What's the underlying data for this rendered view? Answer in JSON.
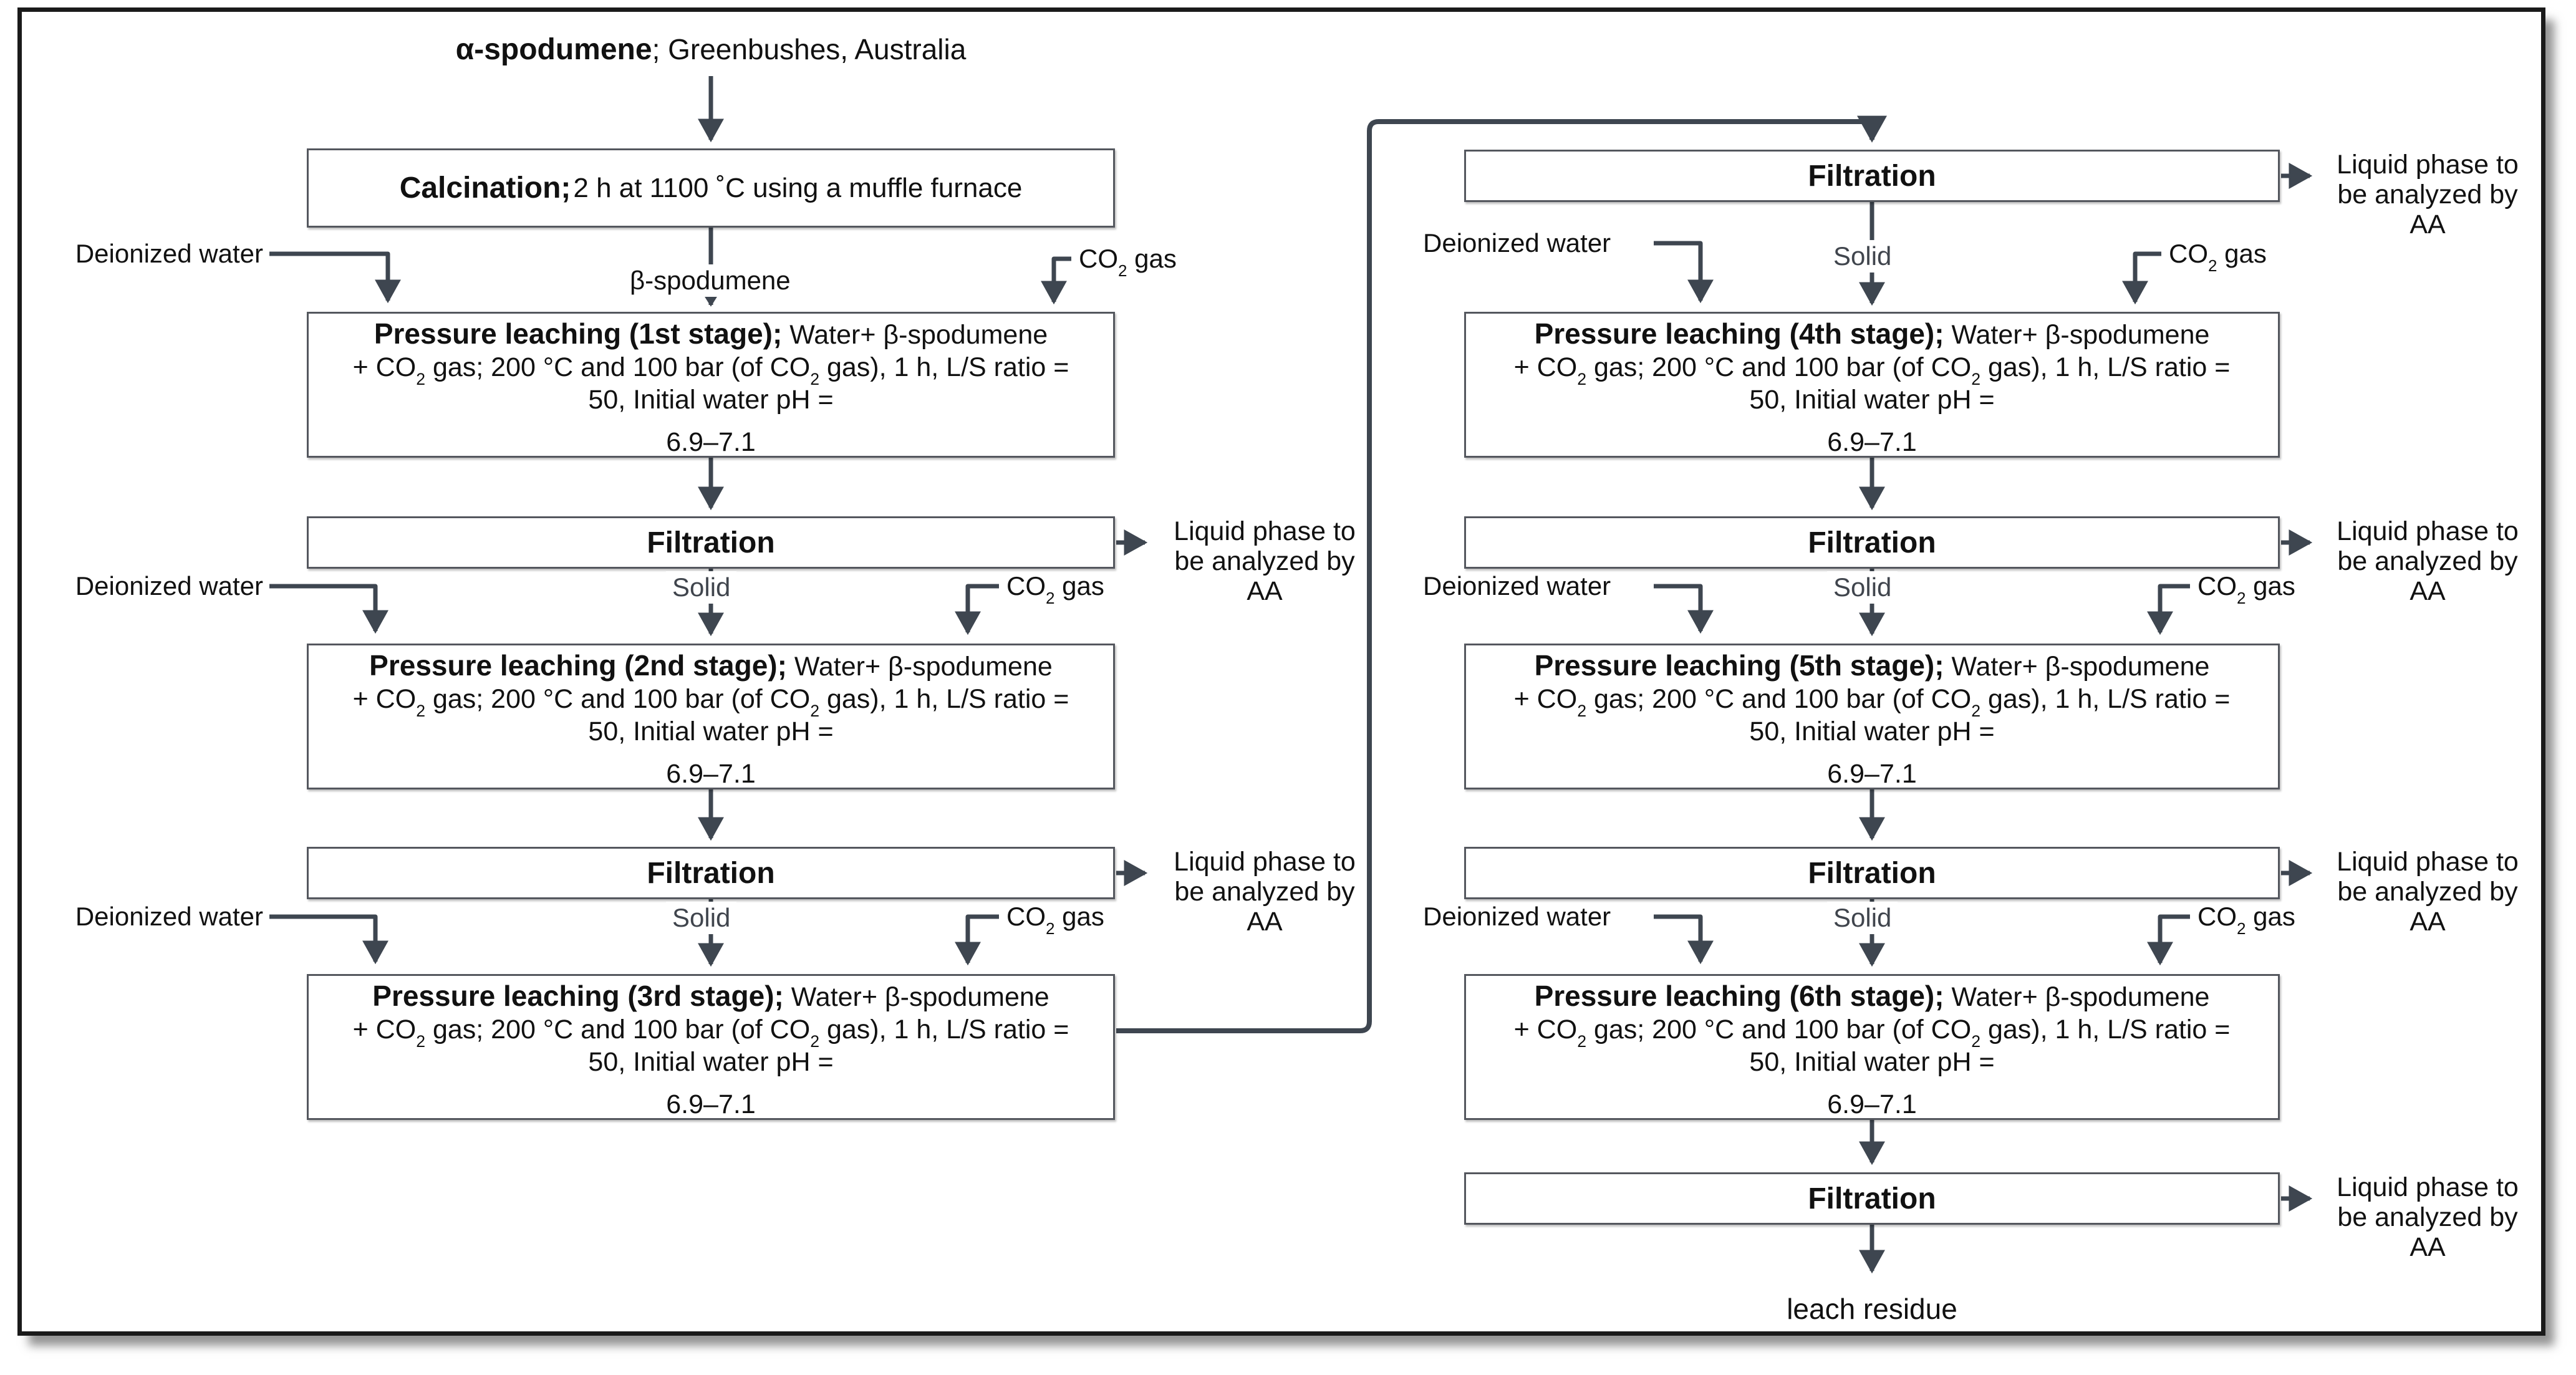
{
  "diagram_title": {
    "material": "α-spodumene",
    "origin": "; Greenbushes, Australia"
  },
  "calcination": {
    "heading": "Calcination;",
    "details": "2 h at 1100 ˚C using a muffle furnace"
  },
  "stage_headings": [
    "Pressure leaching (1st stage);",
    "Pressure leaching (2nd stage);",
    "Pressure leaching (3rd stage);",
    "Pressure leaching (4th stage);",
    "Pressure leaching (5th stage);",
    "Pressure leaching (6th stage);"
  ],
  "stage_body": {
    "line1_rest": " Water+ β-spodumene",
    "l2a": "+ CO",
    "l2sub1": "2",
    "l2b": " gas; 200 °C and 100 bar (of CO",
    "l2sub2": "2",
    "l2c": " gas), 1 h, L/S ratio =",
    "line3": "50, Initial water pH =",
    "line4": "6.9–7.1"
  },
  "labels": {
    "filtration": "Filtration",
    "deionized_water": "Deionized water",
    "co2": "CO",
    "co2_sub": "2",
    "co2_rest": " gas",
    "solid": "Solid",
    "beta_spodumene": "β-spodumene",
    "liquid_l1": "Liquid phase to",
    "liquid_l2": "be analyzed by",
    "liquid_l3": "AA",
    "leach_residue": "leach residue"
  },
  "colors": {
    "line": "#3E4650",
    "box_border": "#54575E",
    "frame_border": "#1A1A1A",
    "solid_text": "#40454D",
    "background": "#FFFFFF"
  }
}
